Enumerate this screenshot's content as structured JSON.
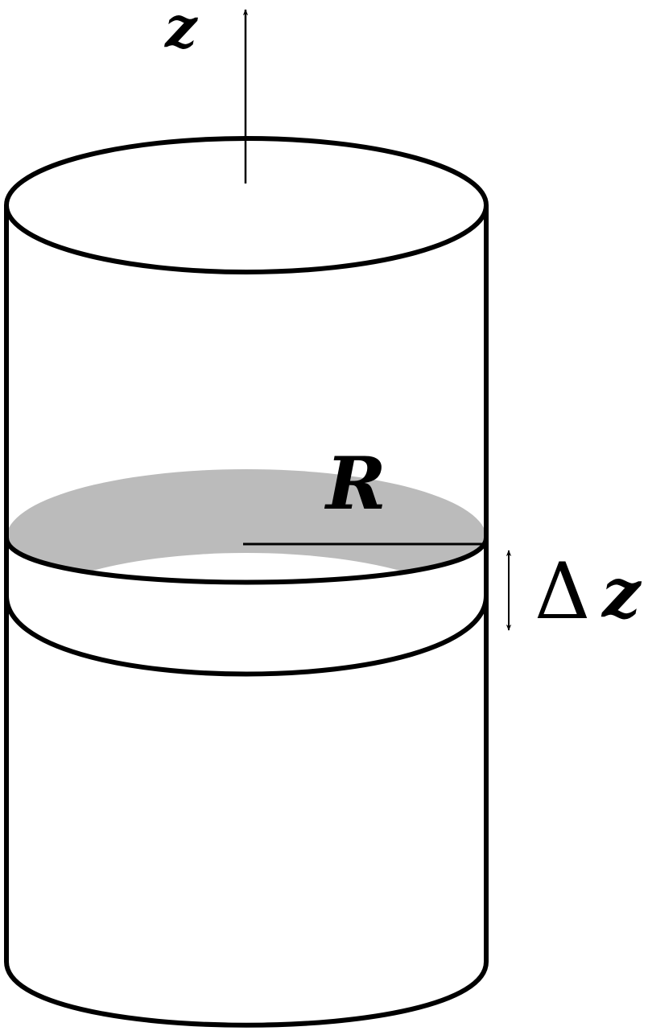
{
  "labels": {
    "axis": "z",
    "radius": "R",
    "delta_symbol": "Δ",
    "delta_var": "z"
  },
  "colors": {
    "stroke": "#000000",
    "slice_fill": "#bbbbbb",
    "background": "#ffffff"
  }
}
